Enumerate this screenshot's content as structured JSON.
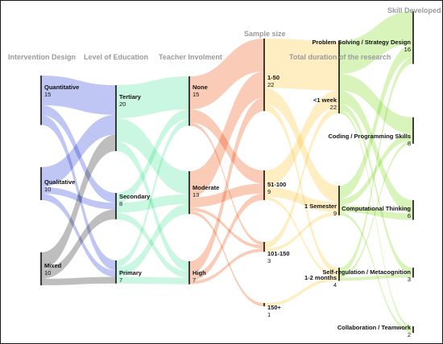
{
  "diagram": {
    "type": "sankey",
    "columns": [
      {
        "id": "design",
        "header": "Intervention Design",
        "color": "#8a98ea"
      },
      {
        "id": "education",
        "header": "Level of Education",
        "color": "#9ff0c8"
      },
      {
        "id": "teacher",
        "header": "Teacher Involment",
        "color": "#f5a27c"
      },
      {
        "id": "sample",
        "header": "Sample size",
        "color": "#fde08e"
      },
      {
        "id": "duration",
        "header": "Total duration of the research",
        "color": "#b9eb82"
      },
      {
        "id": "skill",
        "header": "Skill Developed",
        "color": "#d98a88"
      }
    ],
    "nodes": [
      {
        "id": "quantitative",
        "column": "design",
        "label": "Quantitative",
        "value": "15",
        "color": "#8a98ea"
      },
      {
        "id": "qualitative",
        "column": "design",
        "label": "Qualitative",
        "value": "10",
        "color": "#8a98ea"
      },
      {
        "id": "mixed",
        "column": "design",
        "label": "Mixed",
        "value": "10",
        "color": "#888888"
      },
      {
        "id": "tertiary",
        "column": "education",
        "label": "Tertiary",
        "value": "20",
        "color": "#9ff0c8"
      },
      {
        "id": "secondary",
        "column": "education",
        "label": "Secondary",
        "value": "8",
        "color": "#9ff0c8"
      },
      {
        "id": "primary",
        "column": "education",
        "label": "Primary",
        "value": "7",
        "color": "#9ff0c8"
      },
      {
        "id": "none",
        "column": "teacher",
        "label": "None",
        "value": "15",
        "color": "#f5a27c"
      },
      {
        "id": "moderate",
        "column": "teacher",
        "label": "Moderate",
        "value": "13",
        "color": "#f5a27c"
      },
      {
        "id": "high",
        "column": "teacher",
        "label": "High",
        "value": "7",
        "color": "#f5a27c"
      },
      {
        "id": "s1_50",
        "column": "sample",
        "label": "1-50",
        "value": "22",
        "color": "#fde08e"
      },
      {
        "id": "s51_100",
        "column": "sample",
        "label": "51-100",
        "value": "9",
        "color": "#fde08e"
      },
      {
        "id": "s101_150",
        "column": "sample",
        "label": "101-150",
        "value": "3",
        "color": "#fde08e"
      },
      {
        "id": "s150p",
        "column": "sample",
        "label": "150+",
        "value": "1",
        "color": "#fde08e"
      },
      {
        "id": "week",
        "column": "duration",
        "label": "<1 week",
        "value": "22",
        "color": "#b9eb82"
      },
      {
        "id": "semester",
        "column": "duration",
        "label": "1 Semester",
        "value": "9",
        "color": "#b9eb82"
      },
      {
        "id": "months",
        "column": "duration",
        "label": "1-2 months",
        "value": "4",
        "color": "#b9eb82"
      },
      {
        "id": "problem",
        "column": "skill",
        "label": "Problem Solving / Strategy Design",
        "value": "16",
        "color": "#d98a88"
      },
      {
        "id": "coding",
        "column": "skill",
        "label": "Coding / Programming Skills",
        "value": "8",
        "color": "#d98a88"
      },
      {
        "id": "computational",
        "column": "skill",
        "label": "Computational Thinking",
        "value": "6",
        "color": "#d98a88"
      },
      {
        "id": "selfreg",
        "column": "skill",
        "label": "Self-regulation / Metacognition",
        "value": "3",
        "color": "#d98a88"
      },
      {
        "id": "collab",
        "column": "skill",
        "label": "Collaboration / Teamwork",
        "value": "2",
        "color": "#d98a88"
      }
    ],
    "links": [
      {
        "source": "quantitative",
        "target": "tertiary",
        "value": 9
      },
      {
        "source": "quantitative",
        "target": "secondary",
        "value": 3
      },
      {
        "source": "quantitative",
        "target": "primary",
        "value": 3
      },
      {
        "source": "qualitative",
        "target": "tertiary",
        "value": 6
      },
      {
        "source": "qualitative",
        "target": "secondary",
        "value": 2
      },
      {
        "source": "qualitative",
        "target": "primary",
        "value": 2
      },
      {
        "source": "mixed",
        "target": "tertiary",
        "value": 5
      },
      {
        "source": "mixed",
        "target": "secondary",
        "value": 3
      },
      {
        "source": "mixed",
        "target": "primary",
        "value": 2
      },
      {
        "source": "tertiary",
        "target": "none",
        "value": 10
      },
      {
        "source": "tertiary",
        "target": "moderate",
        "value": 7
      },
      {
        "source": "tertiary",
        "target": "high",
        "value": 3
      },
      {
        "source": "secondary",
        "target": "none",
        "value": 3
      },
      {
        "source": "secondary",
        "target": "moderate",
        "value": 3
      },
      {
        "source": "secondary",
        "target": "high",
        "value": 2
      },
      {
        "source": "primary",
        "target": "none",
        "value": 2
      },
      {
        "source": "primary",
        "target": "moderate",
        "value": 3
      },
      {
        "source": "primary",
        "target": "high",
        "value": 2
      },
      {
        "source": "none",
        "target": "s1_50",
        "value": 10
      },
      {
        "source": "none",
        "target": "s51_100",
        "value": 4
      },
      {
        "source": "none",
        "target": "s101_150",
        "value": 1
      },
      {
        "source": "moderate",
        "target": "s1_50",
        "value": 8
      },
      {
        "source": "moderate",
        "target": "s51_100",
        "value": 3
      },
      {
        "source": "moderate",
        "target": "s101_150",
        "value": 1
      },
      {
        "source": "moderate",
        "target": "s150p",
        "value": 1
      },
      {
        "source": "high",
        "target": "s1_50",
        "value": 4
      },
      {
        "source": "high",
        "target": "s51_100",
        "value": 2
      },
      {
        "source": "high",
        "target": "s101_150",
        "value": 1
      },
      {
        "source": "s1_50",
        "target": "week",
        "value": 15
      },
      {
        "source": "s1_50",
        "target": "semester",
        "value": 5
      },
      {
        "source": "s1_50",
        "target": "months",
        "value": 2
      },
      {
        "source": "s51_100",
        "target": "week",
        "value": 5
      },
      {
        "source": "s51_100",
        "target": "semester",
        "value": 3
      },
      {
        "source": "s51_100",
        "target": "months",
        "value": 1
      },
      {
        "source": "s101_150",
        "target": "week",
        "value": 2
      },
      {
        "source": "s101_150",
        "target": "semester",
        "value": 1
      },
      {
        "source": "s150p",
        "target": "months",
        "value": 1
      },
      {
        "source": "week",
        "target": "problem",
        "value": 10
      },
      {
        "source": "week",
        "target": "coding",
        "value": 5
      },
      {
        "source": "week",
        "target": "computational",
        "value": 4
      },
      {
        "source": "week",
        "target": "selfreg",
        "value": 2
      },
      {
        "source": "week",
        "target": "collab",
        "value": 1
      },
      {
        "source": "semester",
        "target": "problem",
        "value": 4
      },
      {
        "source": "semester",
        "target": "coding",
        "value": 2
      },
      {
        "source": "semester",
        "target": "computational",
        "value": 2
      },
      {
        "source": "semester",
        "target": "collab",
        "value": 1
      },
      {
        "source": "months",
        "target": "problem",
        "value": 2
      },
      {
        "source": "months",
        "target": "coding",
        "value": 1
      },
      {
        "source": "months",
        "target": "selfreg",
        "value": 1
      }
    ]
  }
}
